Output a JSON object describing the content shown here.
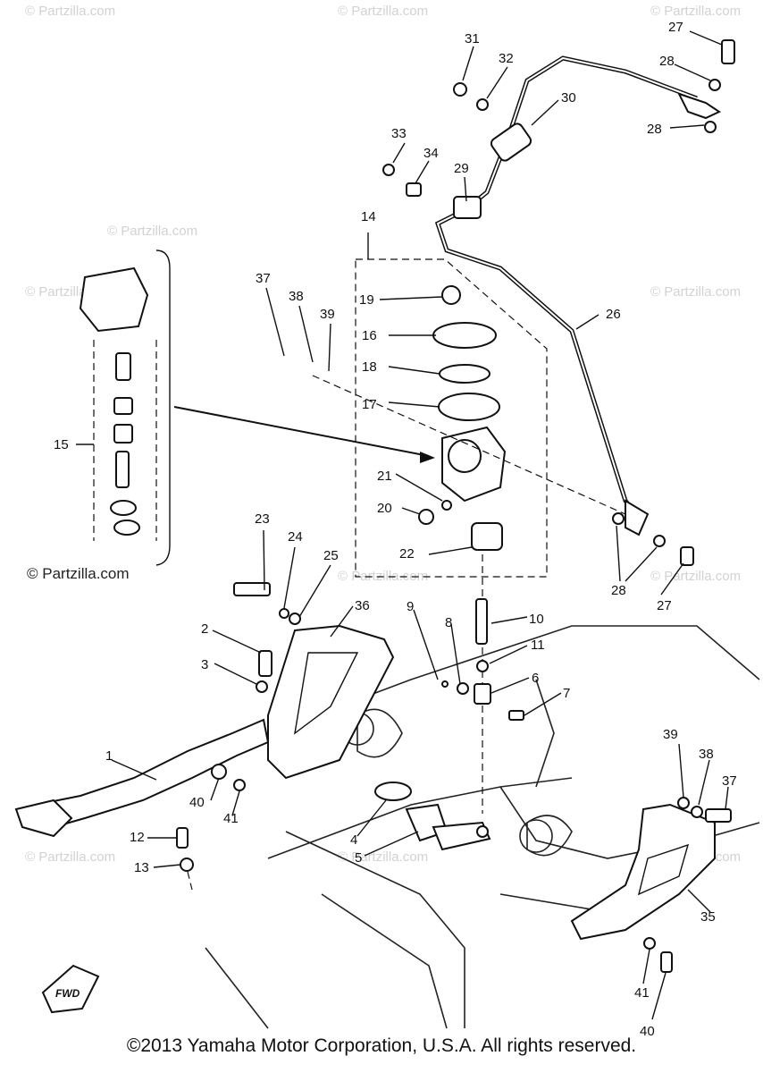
{
  "watermarks": {
    "top_left": "© Partzilla.com",
    "top_mid": "© Partzilla.com",
    "top_right": "© Partzilla.com",
    "mid_left": "© Partzilla.com",
    "mid_right": "© Partzilla.com",
    "center": "© Partzilla.com",
    "right_mid": "© Partzilla.com",
    "inset": "© Partzilla.com",
    "left_dark": "© Partzilla.com",
    "low_left": "© Partzilla.com",
    "low_mid": "© Partzilla.com",
    "low_right": "© Partzilla.com"
  },
  "fwd_marker": "FWD",
  "callouts": {
    "c1": "1",
    "c2": "2",
    "c3": "3",
    "c4": "4",
    "c5": "5",
    "c6": "6",
    "c7": "7",
    "c8": "8",
    "c9": "9",
    "c10": "10",
    "c11": "11",
    "c12": "12",
    "c13": "13",
    "c14": "14",
    "c15": "15",
    "c16": "16",
    "c17": "17",
    "c18": "18",
    "c19": "19",
    "c20": "20",
    "c21": "21",
    "c22": "22",
    "c23": "23",
    "c24": "24",
    "c25": "25",
    "c26": "26",
    "c27a": "27",
    "c27b": "27",
    "c28a": "28",
    "c28b": "28",
    "c28c": "28",
    "c29": "29",
    "c30": "30",
    "c31": "31",
    "c32": "32",
    "c33": "33",
    "c34": "34",
    "c35": "35",
    "c36": "36",
    "c37a": "37",
    "c37b": "37",
    "c38a": "38",
    "c38b": "38",
    "c39a": "39",
    "c39b": "39",
    "c40a": "40",
    "c40b": "40",
    "c41a": "41",
    "c41b": "41"
  },
  "footer": "©2013 Yamaha Motor Corporation, U.S.A. All rights reserved."
}
